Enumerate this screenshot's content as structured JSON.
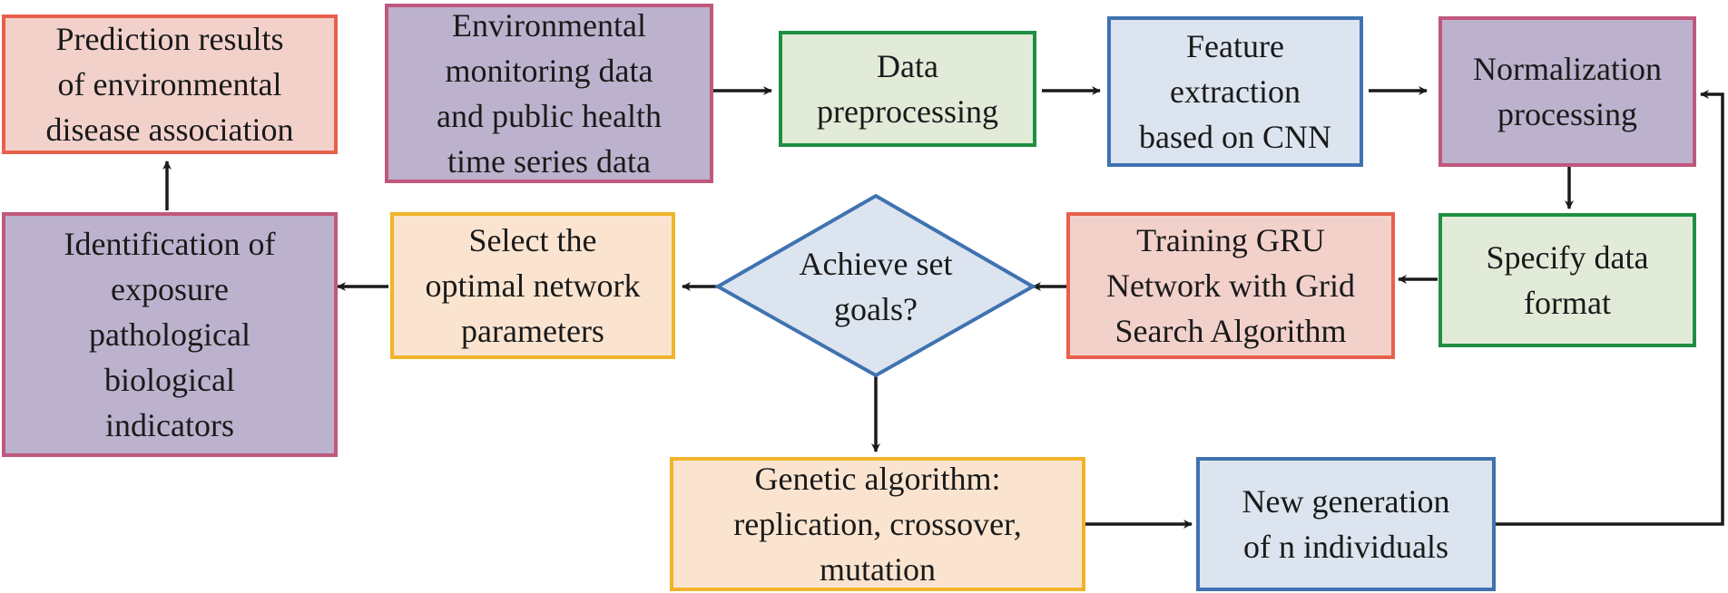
{
  "colors": {
    "pink_fill": "#f2d1cb",
    "red_border": "#e8604c",
    "purple_fill": "#bdb2cd",
    "purple_border": "#c0587e",
    "green_fill": "#e2ead8",
    "green_border": "#1f8f43",
    "blue_fill": "#dce4ef",
    "blue_border": "#3f72b0",
    "orange_fill": "#fae4d0",
    "yellow_border": "#f0b429",
    "arrow": "#1a1a1a"
  },
  "nodes": {
    "prediction_results": "Prediction results\nof environmental\ndisease association",
    "env_monitoring": "Environmental\nmonitoring data\nand public health\ntime series data",
    "data_preprocessing": "Data\npreprocessing",
    "feature_extraction": "Feature\nextraction\nbased on CNN",
    "normalization": "Normalization\nprocessing",
    "specify_format": "Specify data\nformat",
    "training_gru": "Training GRU\nNetwork with Grid\nSearch Algorithm",
    "achieve_goals": "Achieve set\ngoals?",
    "select_optimal": "Select the\noptimal network\nparameters",
    "identification": "Identification of\nexposure\npathological\nbiological\nindicators",
    "genetic_algorithm": "Genetic algorithm:\nreplication, crossover,\nmutation",
    "new_generation": "New generation\nof n individuals"
  }
}
